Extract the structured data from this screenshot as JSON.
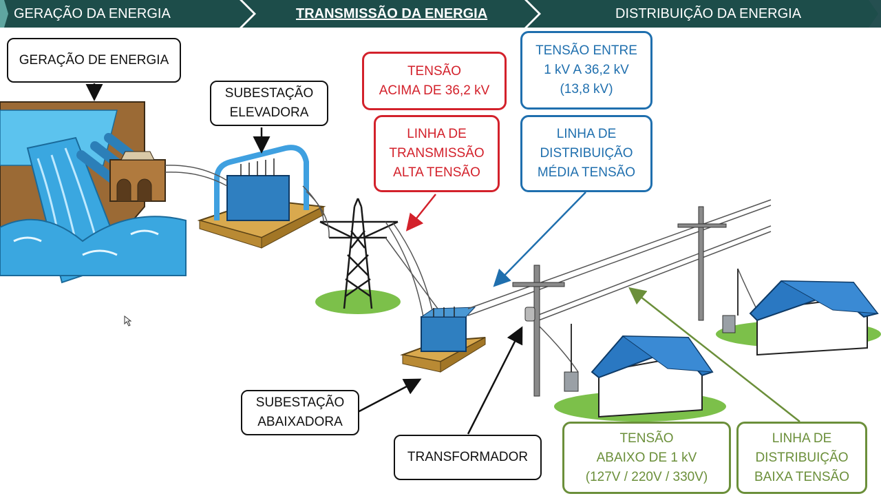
{
  "header": {
    "tabs": [
      {
        "label": "GERAÇÃO DA ENERGIA"
      },
      {
        "label": "TRANSMISSÃO DA ENERGIA"
      },
      {
        "label": "DISTRIBUIÇÃO DA ENERGIA"
      }
    ],
    "active_tab": 1
  },
  "labels": {
    "geracao": "GERAÇÃO DE ENERGIA",
    "sub_elevadora": [
      "SUBESTAÇÃO",
      "ELEVADORA"
    ],
    "tensao_alta": [
      "TENSÃO",
      "ACIMA DE 36,2 kV"
    ],
    "linha_transmissao": [
      "LINHA DE",
      "TRANSMISSÃO",
      "ALTA TENSÃO"
    ],
    "tensao_media": [
      "TENSÃO ENTRE",
      "1 kV A 36,2 kV",
      "(13,8 kV)"
    ],
    "linha_media": [
      "LINHA DE",
      "DISTRIBUIÇÃO",
      "MÉDIA TENSÃO"
    ],
    "sub_abaixadora": [
      "SUBESTAÇÃO",
      "ABAIXADORA"
    ],
    "transformador": "TRANSFORMADOR",
    "tensao_baixa": [
      "TENSÃO",
      "ABAIXO DE 1 kV",
      "(127V / 220V / 330V)"
    ],
    "linha_baixa": [
      "LINHA DE",
      "DISTRIBUIÇÃO",
      "BAIXA TENSÃO"
    ]
  },
  "colors": {
    "header_bg": "#1d4d4a",
    "high_voltage": "#d3212b",
    "medium_voltage": "#1f6fae",
    "low_voltage": "#6b8f3a",
    "water": "#3aa7e0",
    "roof": "#2a78c2",
    "grass": "#7cc04a"
  }
}
